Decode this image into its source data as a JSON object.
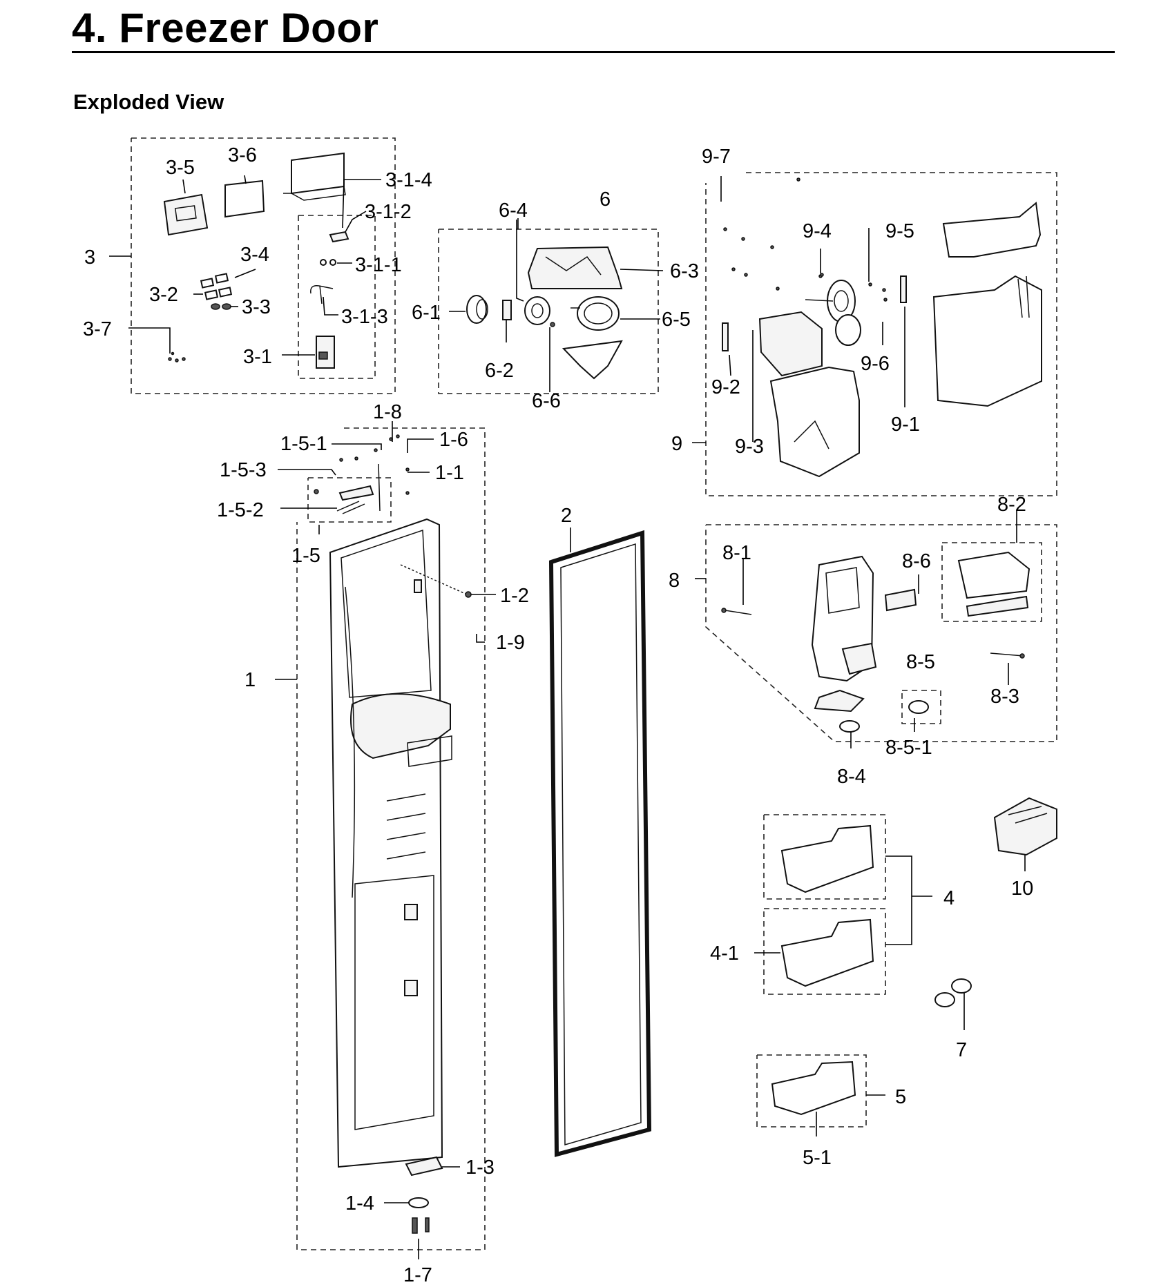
{
  "page": {
    "title": "4.  Freezer Door",
    "section": "Exploded View"
  },
  "callouts": {
    "c3": "3",
    "c3_1": "3-1",
    "c3_1_1": "3-1-1",
    "c3_1_2": "3-1-2",
    "c3_1_3": "3-1-3",
    "c3_1_4": "3-1-4",
    "c3_2": "3-2",
    "c3_3": "3-3",
    "c3_4": "3-4",
    "c3_5": "3-5",
    "c3_6": "3-6",
    "c3_7": "3-7",
    "c6": "6",
    "c6_1": "6-1",
    "c6_2": "6-2",
    "c6_3": "6-3",
    "c6_4": "6-4",
    "c6_5": "6-5",
    "c6_6": "6-6",
    "c9": "9",
    "c9_1": "9-1",
    "c9_2": "9-2",
    "c9_3": "9-3",
    "c9_4": "9-4",
    "c9_5": "9-5",
    "c9_6": "9-6",
    "c9_7": "9-7",
    "c1": "1",
    "c1_1": "1-1",
    "c1_2": "1-2",
    "c1_3": "1-3",
    "c1_4": "1-4",
    "c1_5": "1-5",
    "c1_5_1": "1-5-1",
    "c1_5_2": "1-5-2",
    "c1_5_3": "1-5-3",
    "c1_6": "1-6",
    "c1_7": "1-7",
    "c1_8": "1-8",
    "c1_9": "1-9",
    "c2": "2",
    "c8": "8",
    "c8_1": "8-1",
    "c8_2": "8-2",
    "c8_3": "8-3",
    "c8_4": "8-4",
    "c8_5": "8-5",
    "c8_5_1": "8-5-1",
    "c8_6": "8-6",
    "c4": "4",
    "c4_1": "4-1",
    "c5": "5",
    "c5_1": "5-1",
    "c7": "7",
    "c10": "10"
  }
}
